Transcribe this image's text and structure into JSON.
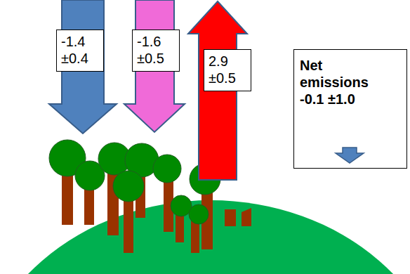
{
  "diagram": {
    "nodes": [
      {
        "text": [
          "-1.4 ±0.4"
        ]
      },
      {
        "text": [
          "-1.6 ±0.5"
        ]
      },
      {
        "text": [
          "2.9 ±0.5"
        ]
      },
      {
        "text": [
          "Net emissions -0.1 ±1.0"
        ]
      }
    ]
  }
}
